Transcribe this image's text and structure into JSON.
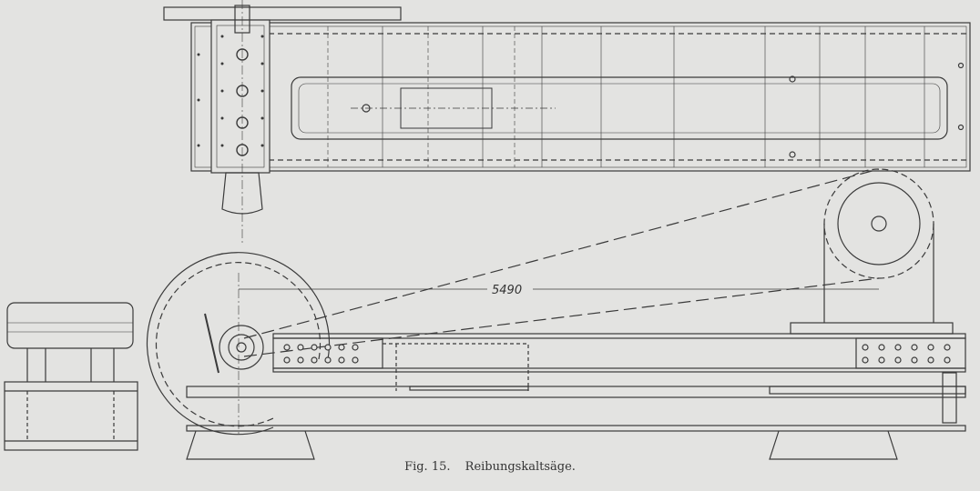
{
  "figure": {
    "number": "Fig. 15.",
    "title": "Reibungskaltsäge.",
    "dimension_label": "5490"
  },
  "colors": {
    "paper": "#e3e3e1",
    "ink": "#3a3a3a"
  }
}
